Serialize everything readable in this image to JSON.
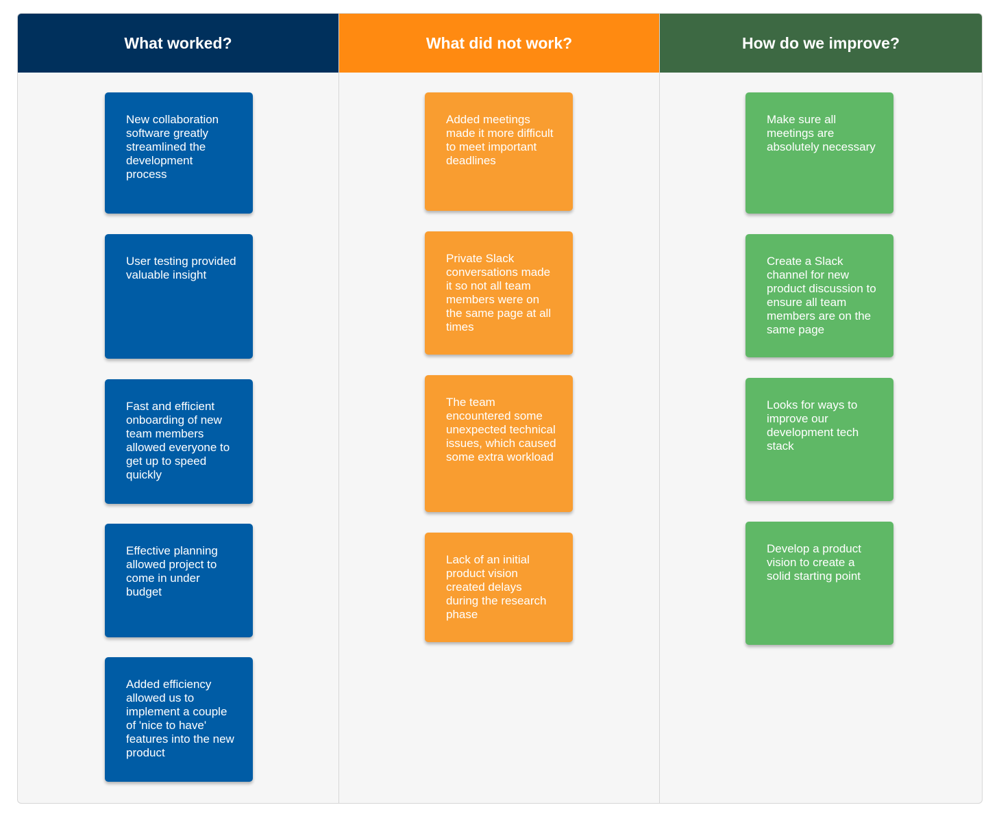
{
  "columns": [
    {
      "title": "What worked?",
      "header_color": "#00305C",
      "card_color": "#005CA5",
      "cards": [
        "New collaboration software greatly streamlined the development process",
        "User testing provided valuable insight",
        "Fast and efficient onboarding of new team members allowed everyone to get up to speed quickly",
        "Effective planning allowed project to come in under budget",
        "Added efficiency allowed us to implement a couple of 'nice to have' features into the new product"
      ]
    },
    {
      "title": "What did not work?",
      "header_color": "#FF8A11",
      "card_color": "#F99D30",
      "cards": [
        "Added meetings made it more difficult to meet important deadlines",
        "Private Slack conversations made it so not all team members were on the same page at all times",
        "The team encountered some unexpected technical issues, which caused some extra workload",
        "Lack of an initial product vision created delays during the research phase"
      ]
    },
    {
      "title": "How do we improve?",
      "header_color": "#3D6943",
      "card_color": "#5FB866",
      "cards": [
        "Make sure all meetings are absolutely necessary",
        "Create a Slack channel for new product discussion to ensure all team members are on the same page",
        "Looks for ways to improve our development tech stack",
        "Develop a product vision to create a solid starting point"
      ]
    }
  ]
}
